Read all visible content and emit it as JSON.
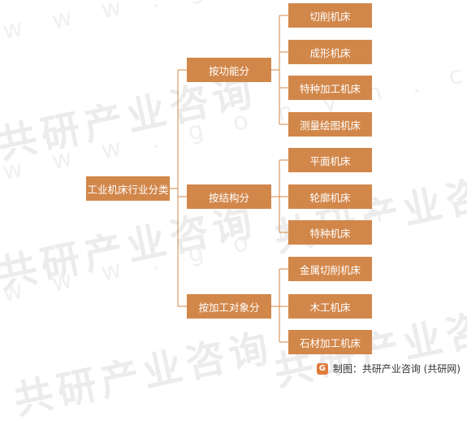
{
  "root": "工业机床行业分类",
  "groups": [
    {
      "label": "按功能分",
      "items": [
        "切削机床",
        "成形机床",
        "特种加工机床",
        "测量绘图机床"
      ]
    },
    {
      "label": "按结构分",
      "items": [
        "平面机床",
        "轮廓机床",
        "特种机床"
      ]
    },
    {
      "label": "按加工对象分",
      "items": [
        "金属切削机床",
        "木工机床",
        "石材加工机床"
      ]
    }
  ],
  "watermark": {
    "text": "共研产业咨询",
    "url": "w w w . g o n y n . c o m"
  },
  "footer": {
    "logo_glyph": "G",
    "text": "制图：共研产业咨询 (共研网)"
  },
  "colors": {
    "box": "#d2874a",
    "line": "#d2874a"
  }
}
